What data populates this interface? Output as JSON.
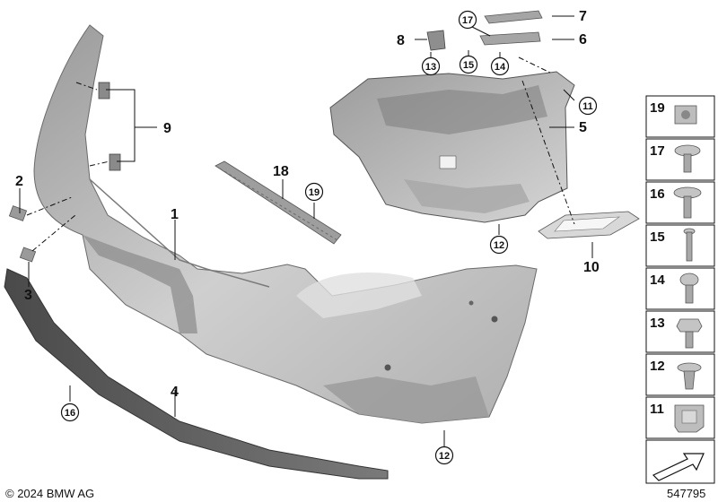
{
  "diagram": {
    "callouts": {
      "c1": "1",
      "c2": "2",
      "c3": "3",
      "c4": "4",
      "c5": "5",
      "c6": "6",
      "c7": "7",
      "c8": "8",
      "c9": "9",
      "c10": "10",
      "c18": "18"
    },
    "circled_refs": {
      "r11": "11",
      "r12a": "12",
      "r12b": "12",
      "r13": "13",
      "r14": "14",
      "r15": "15",
      "r16": "16",
      "r17": "17",
      "r19": "19"
    },
    "legend": [
      "19",
      "17",
      "16",
      "15",
      "14",
      "13",
      "12",
      "11"
    ],
    "copyright": "© 2024 BMW AG",
    "diagram_number": "547795",
    "colors": {
      "part_fill": "#c9c9c9",
      "part_dark": "#8f8f8f",
      "trim_dark": "#5a5a5a",
      "line": "#111111"
    }
  }
}
